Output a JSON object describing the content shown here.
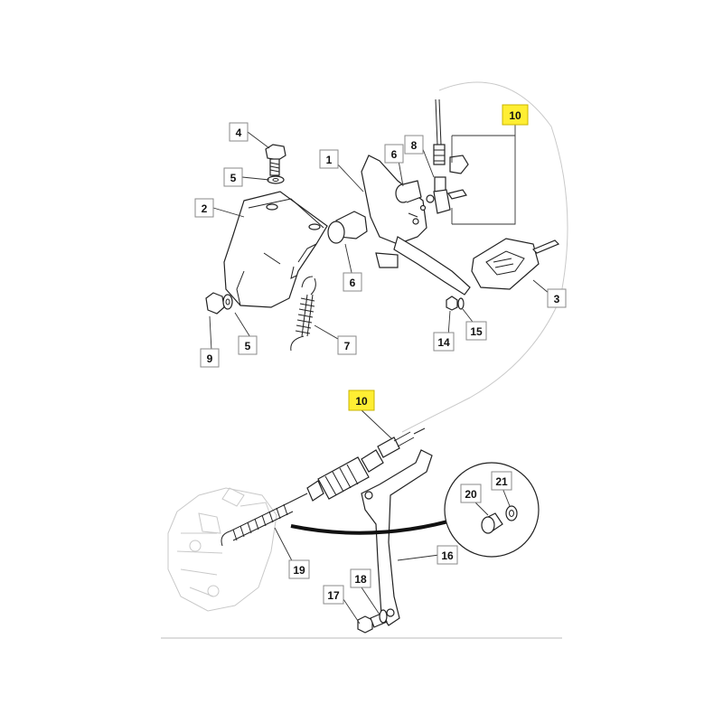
{
  "callouts": {
    "c1": "1",
    "c2": "2",
    "c3": "3",
    "c4": "4",
    "c5a": "5",
    "c5b": "5",
    "c6a": "6",
    "c6b": "6",
    "c7": "7",
    "c8": "8",
    "c9": "9",
    "c10a": "10",
    "c10b": "10",
    "c14": "14",
    "c15": "15",
    "c16": "16",
    "c17": "17",
    "c18": "18",
    "c19": "19",
    "c20": "20",
    "c21": "21"
  },
  "colors": {
    "highlight": "#ffee33",
    "line": "#222222",
    "faint": "#c9c9c9"
  }
}
